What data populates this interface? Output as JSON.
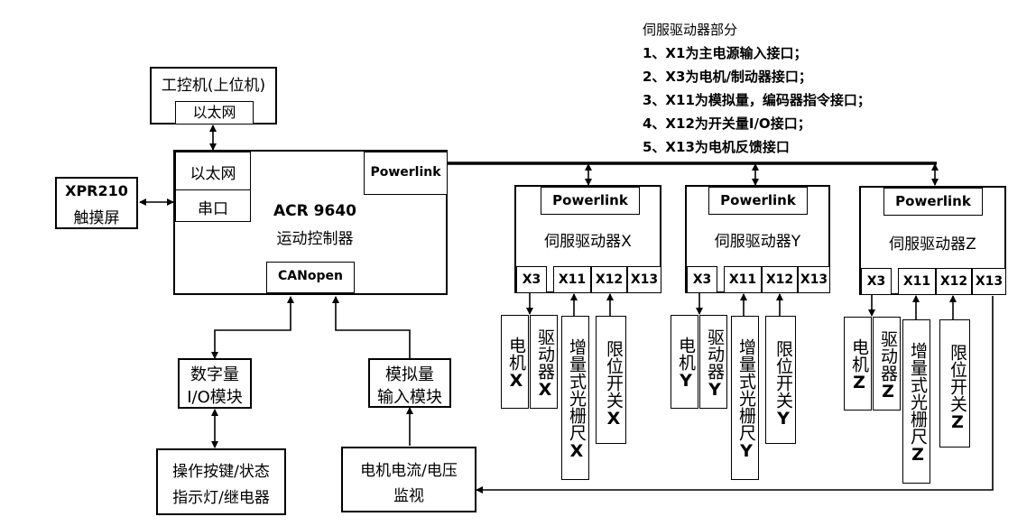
{
  "notes": {
    "title": "伺服驱动器部分",
    "items": [
      "1、X1为主电源输入接口；",
      "2、X3为电机/制动器接口；",
      "3、X11为模拟量，编码器指令接口；",
      "4、X12为开关量I/O接口；",
      "5、X13为电机反馈接口"
    ]
  },
  "ipc": {
    "title": "工控机(上位机)",
    "port": "以太网"
  },
  "touch": {
    "line1": "XPR210",
    "line2": "触摸屏"
  },
  "controller": {
    "ethernet": "以太网",
    "serial": "串口",
    "powerlink": "Powerlink",
    "model": "ACR 9640",
    "name": "运动控制器",
    "canopen": "CANopen"
  },
  "digital_io": {
    "line1": "数字量",
    "line2": "I/O模块"
  },
  "analog_in": {
    "line1": "模拟量",
    "line2": "输入模块"
  },
  "buttons": {
    "line1": "操作按键/状态",
    "line2": "指示灯/继电器"
  },
  "monitor": {
    "line1": "电机电流/电压",
    "line2": "监视"
  },
  "drives": [
    {
      "powerlink": "Powerlink",
      "title": "伺服驱动器X",
      "ports": [
        "X3",
        "X11",
        "X12",
        "X13"
      ],
      "motor": "电机",
      "driver": "驱动器",
      "encoder": "增量式光栅尺",
      "limit": "限位开关",
      "axis": "X"
    },
    {
      "powerlink": "Powerlink",
      "title": "伺服驱动器Y",
      "ports": [
        "X3",
        "X11",
        "X12",
        "X13"
      ],
      "motor": "电机",
      "driver": "驱动器",
      "encoder": "增量式光栅尺",
      "limit": "限位开关",
      "axis": "Y"
    },
    {
      "powerlink": "Powerlink",
      "title": "伺服驱动器Z",
      "ports": [
        "X3",
        "X11",
        "X12",
        "X13"
      ],
      "motor": "电机",
      "driver": "驱动器",
      "encoder": "增量式光栅尺",
      "limit": "限位开关",
      "axis": "Z"
    }
  ]
}
